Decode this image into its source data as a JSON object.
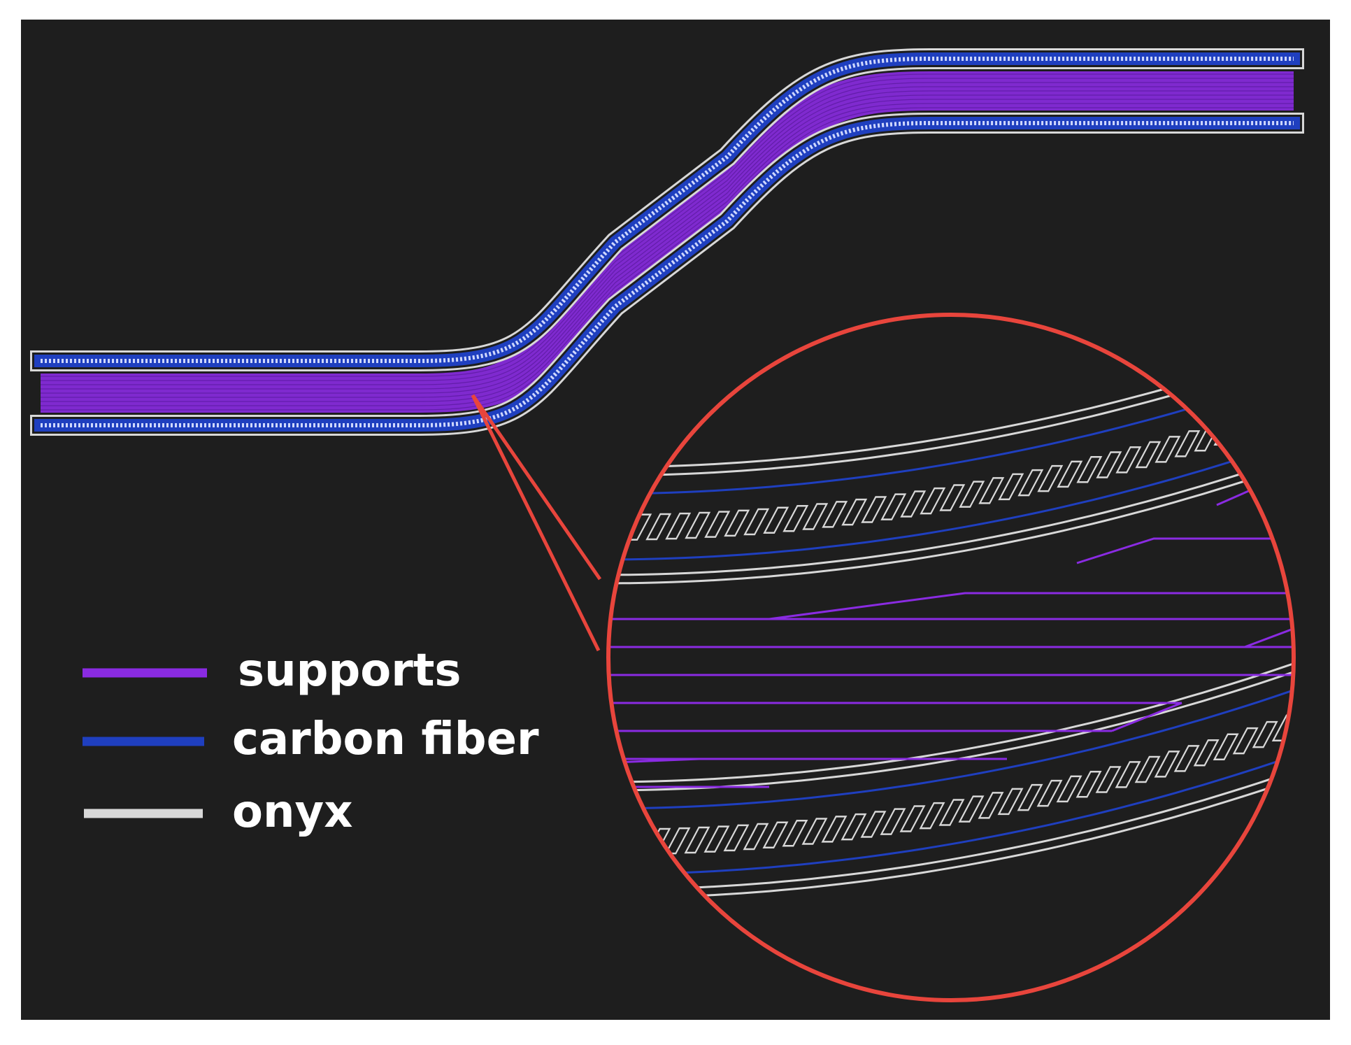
{
  "colors": {
    "background": "#1e1e1e",
    "supports": "#8a2be2",
    "carbon_fiber": "#1f3fbf",
    "onyx": "#d8d8d8",
    "callout": "#e8453c"
  },
  "legend": {
    "items": [
      {
        "label": "supports",
        "color": "#8a2be2"
      },
      {
        "label": "carbon fiber",
        "color": "#1f3fbf"
      },
      {
        "label": "onyx",
        "color": "#d8d8d8"
      }
    ]
  }
}
